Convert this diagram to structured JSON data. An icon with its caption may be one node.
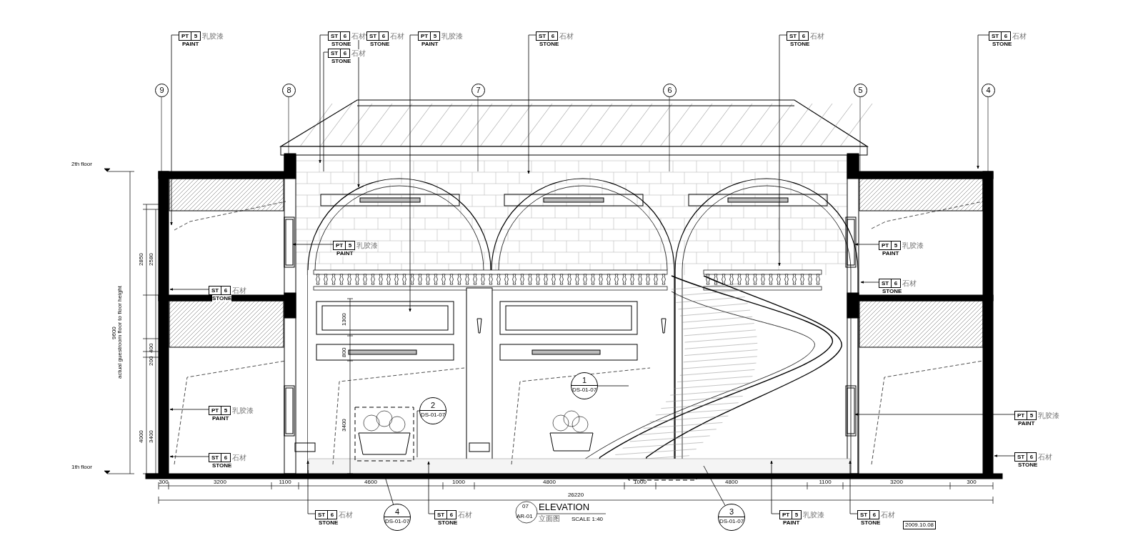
{
  "diagram": {
    "nodes": [
      {
        "text": [
          "PT",
          "5",
          "乳胶漆",
          "PAINT"
        ]
      },
      {
        "text": [
          "ST",
          "6",
          "石材",
          "STONE"
        ]
      },
      {
        "text": [
          "ST",
          "6",
          "石材",
          "STONE"
        ]
      },
      {
        "text": [
          "ST",
          "6",
          "石材",
          "STONE"
        ]
      },
      {
        "text": [
          "PT",
          "5",
          "乳胶漆",
          "PAINT"
        ]
      },
      {
        "text": [
          "ST",
          "6",
          "石材",
          "STONE"
        ]
      },
      {
        "text": [
          "ST",
          "6",
          "石材",
          "STONE"
        ]
      },
      {
        "text": [
          "ST",
          "6",
          "石材",
          "STONE"
        ]
      },
      {
        "text": [
          "9"
        ]
      },
      {
        "text": [
          "8"
        ]
      },
      {
        "text": [
          "7"
        ]
      },
      {
        "text": [
          "6"
        ]
      },
      {
        "text": [
          "5"
        ]
      },
      {
        "text": [
          "4"
        ]
      },
      {
        "text": [
          "PT",
          "5",
          "乳胶漆",
          "PAINT"
        ]
      },
      {
        "text": [
          "PT",
          "5",
          "乳胶漆",
          "PAINT"
        ]
      },
      {
        "text": [
          "ST",
          "6",
          "石材",
          "STONE"
        ]
      },
      {
        "text": [
          "ST",
          "6",
          "石材",
          "STONE"
        ]
      },
      {
        "text": [
          "1",
          "DS-01-07"
        ]
      },
      {
        "text": [
          "PT",
          "5",
          "乳胶漆",
          "PAINT"
        ]
      },
      {
        "text": [
          "PT",
          "5",
          "乳胶漆",
          "PAINT"
        ]
      },
      {
        "text": [
          "2",
          "DS-01-07"
        ]
      },
      {
        "text": [
          "ST",
          "6",
          "石材",
          "STONE"
        ]
      },
      {
        "text": [
          "ST",
          "6",
          "石材",
          "STONE"
        ]
      },
      {
        "text": [
          "ST",
          "6",
          "石材",
          "STONE"
        ]
      },
      {
        "text": [
          "4",
          "DS-01-07"
        ]
      },
      {
        "text": [
          "ST",
          "6",
          "石材",
          "STONE"
        ]
      },
      {
        "text": [
          "3",
          "DS-01-07"
        ]
      },
      {
        "text": [
          "PT",
          "5",
          "乳胶漆",
          "PAINT"
        ]
      },
      {
        "text": [
          "ST",
          "6",
          "石材",
          "STONE"
        ]
      }
    ],
    "edges": [
      {
        "from": 0,
        "to": null,
        "arrow": "to"
      },
      {
        "from": 1,
        "to": null,
        "arrow": "to"
      },
      {
        "from": 2,
        "to": null,
        "arrow": "none"
      },
      {
        "from": 3,
        "to": null,
        "arrow": "to"
      },
      {
        "from": 4,
        "to": null,
        "arrow": "to"
      },
      {
        "from": 5,
        "to": null,
        "arrow": "to"
      },
      {
        "from": 6,
        "to": null,
        "arrow": "to"
      },
      {
        "from": 7,
        "to": null,
        "arrow": "to"
      },
      {
        "from": 14,
        "to": null,
        "arrow": "to"
      },
      {
        "from": 15,
        "to": null,
        "arrow": "to"
      },
      {
        "from": 16,
        "to": null,
        "arrow": "to"
      },
      {
        "from": 17,
        "to": null,
        "arrow": "to"
      },
      {
        "from": 18,
        "to": null,
        "arrow": "none"
      },
      {
        "from": 19,
        "to": null,
        "arrow": "to"
      },
      {
        "from": 20,
        "to": null,
        "arrow": "to"
      },
      {
        "from": 21,
        "to": null,
        "arrow": "none"
      },
      {
        "from": 22,
        "to": null,
        "arrow": "to"
      },
      {
        "from": 23,
        "to": null,
        "arrow": "to"
      },
      {
        "from": 24,
        "to": null,
        "arrow": "to"
      },
      {
        "from": 25,
        "to": null,
        "arrow": "none"
      },
      {
        "from": 26,
        "to": null,
        "arrow": "to"
      },
      {
        "from": 27,
        "to": null,
        "arrow": "none"
      },
      {
        "from": 28,
        "to": null,
        "arrow": "to"
      },
      {
        "from": 29,
        "to": null,
        "arrow": "to"
      }
    ],
    "labels": [
      "2th floor",
      "1th floor",
      "9600",
      "actual guestroom floor to floor height",
      "2850",
      "2580",
      "400",
      "200",
      "4000",
      "3400",
      "1300",
      "800",
      "3400",
      "300",
      "3200",
      "1100",
      "4600",
      "1000",
      "4800",
      "1000",
      "4800",
      "1100",
      "3200",
      "300",
      "26220",
      "07",
      "AR-01",
      "ELEVATION",
      "立面图",
      "SCALE 1:40",
      "2009.10.08"
    ]
  }
}
